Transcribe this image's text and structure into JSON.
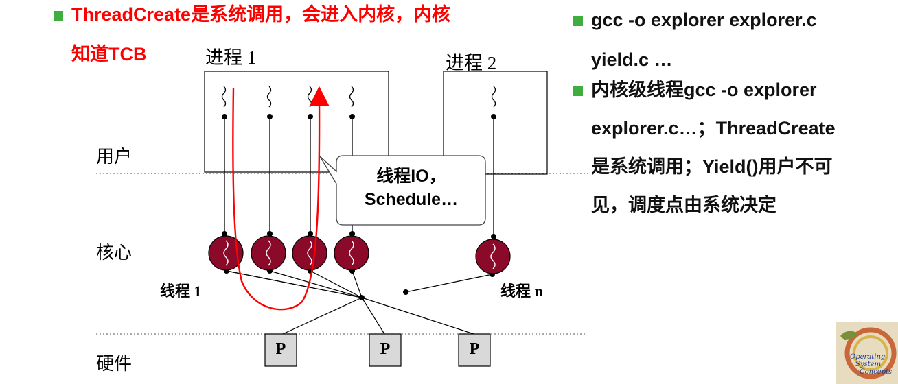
{
  "left_bullet": {
    "line1": "ThreadCreate是系统调用，会进入内核，内核",
    "line2": "知道TCB"
  },
  "right_bullets": [
    {
      "lines": [
        "gcc -o explorer explorer.c",
        "yield.c …"
      ]
    },
    {
      "lines": [
        "内核级线程gcc -o explorer",
        "explorer.c…；ThreadCreate",
        "是系统调用；Yield()用户不可",
        "见，调度点由系统决定"
      ]
    }
  ],
  "diagram": {
    "process1_label": "进程 1",
    "process2_label": "进程 2",
    "user_label": "用户",
    "kernel_label": "核心",
    "hardware_label": "硬件",
    "thread1_label": "线程 1",
    "threadn_label": "线程 n",
    "callout_line1": "线程IO，",
    "callout_line2": "Schedule…",
    "processor_label": "P"
  },
  "logo": {
    "line1": "Operating",
    "line2": "System",
    "line3": "Concepts"
  },
  "colors": {
    "bullet": "#3fae3f",
    "title": "#ff0000",
    "thread_node": "#8b0a2a",
    "arrow": "#ff0000",
    "processor_fill": "#d9d9d9"
  }
}
